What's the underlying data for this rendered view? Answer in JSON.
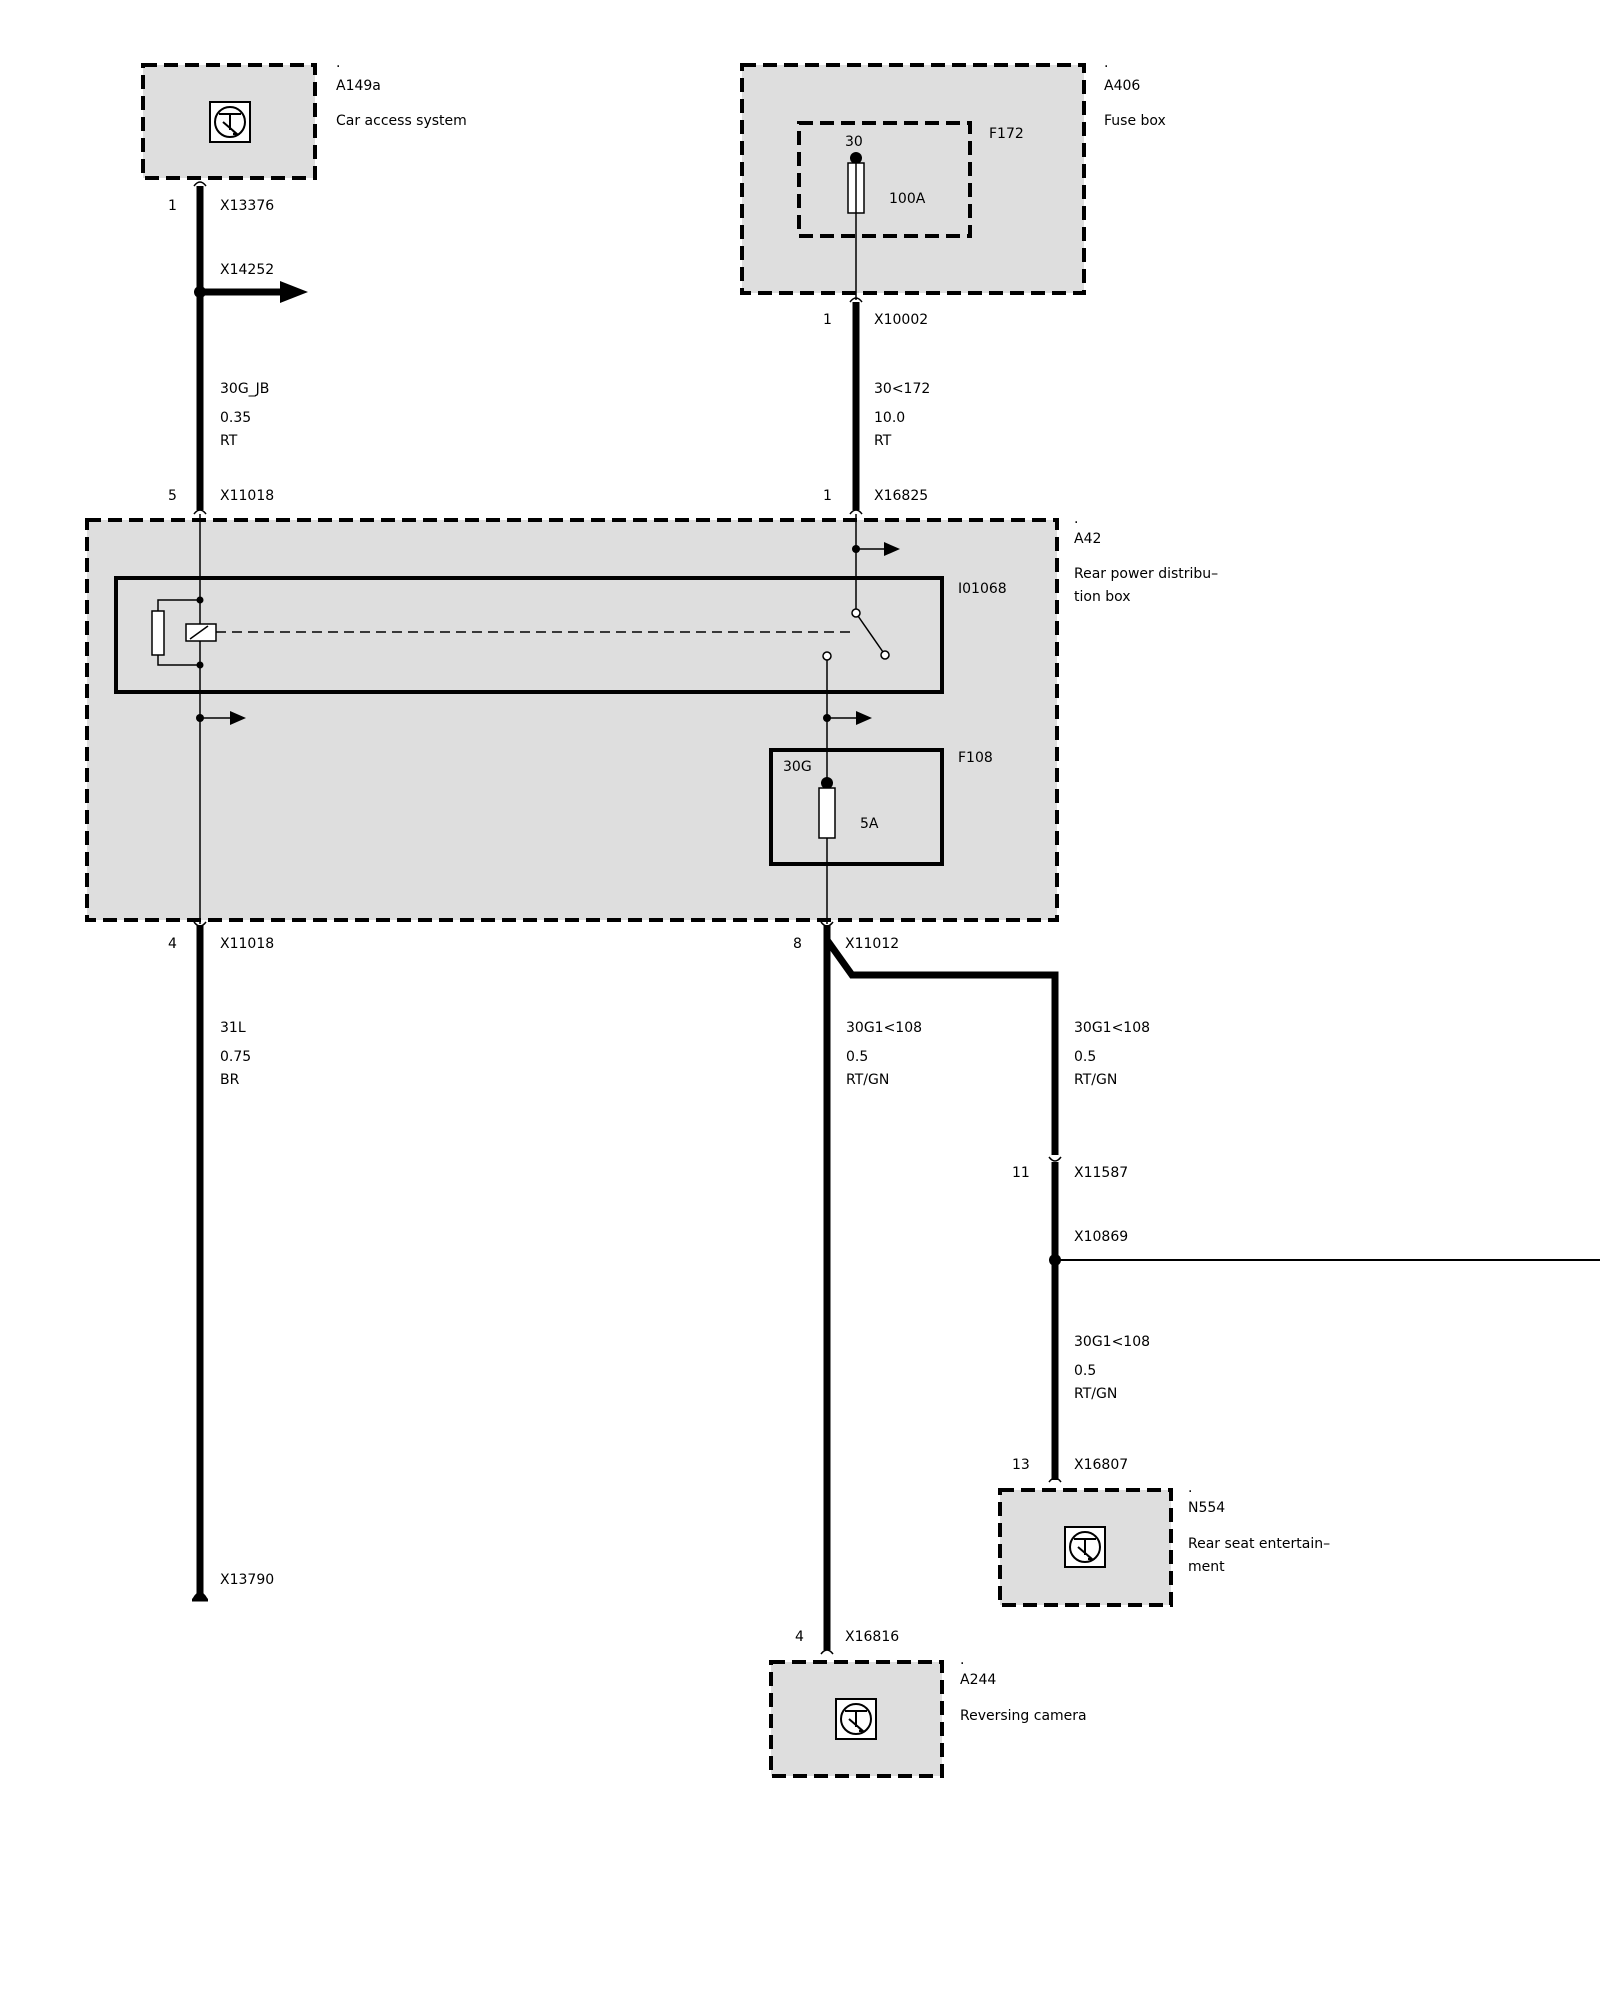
{
  "components": {
    "a149a": {
      "dot": ".",
      "id": "A149a",
      "name": "Car access system"
    },
    "a406": {
      "dot": ".",
      "id": "A406",
      "name": "Fuse box"
    },
    "f172": {
      "id": "F172",
      "pin": "30",
      "rating": "100A"
    },
    "a42": {
      "dot": ".",
      "id": "A42",
      "name_line1": "Rear power distribu–",
      "name_line2": "tion box"
    },
    "i01068": {
      "id": "I01068"
    },
    "f108": {
      "id": "F108",
      "pin": "30G",
      "rating": "5A"
    },
    "n554": {
      "dot": ".",
      "id": "N554",
      "name_line1": "Rear seat entertain–",
      "name_line2": "ment"
    },
    "a244": {
      "dot": ".",
      "id": "A244",
      "name": "Reversing camera"
    }
  },
  "connectors": {
    "x13376": {
      "pin": "1",
      "id": "X13376"
    },
    "x14252": {
      "id": "X14252"
    },
    "x10002": {
      "pin": "1",
      "id": "X10002"
    },
    "x11018_top": {
      "pin": "5",
      "id": "X11018"
    },
    "x16825": {
      "pin": "1",
      "id": "X16825"
    },
    "x11018_bottom": {
      "pin": "4",
      "id": "X11018"
    },
    "x11012": {
      "pin": "8",
      "id": "X11012"
    },
    "x11587": {
      "pin": "11",
      "id": "X11587"
    },
    "x10869": {
      "id": "X10869"
    },
    "x16807": {
      "pin": "13",
      "id": "X16807"
    },
    "x13790": {
      "id": "X13790"
    },
    "x16816": {
      "pin": "4",
      "id": "X16816"
    }
  },
  "wires": {
    "w1": {
      "name": "30G_JB",
      "section": "0.35",
      "color": "RT"
    },
    "w2": {
      "name": "30<172",
      "section": "10.0",
      "color": "RT"
    },
    "w3": {
      "name": "31L",
      "section": "0.75",
      "color": "BR"
    },
    "w4": {
      "name": "30G1<108",
      "section": "0.5",
      "color": "RT/GN"
    },
    "w5": {
      "name": "30G1<108",
      "section": "0.5",
      "color": "RT/GN"
    },
    "w6": {
      "name": "30G1<108",
      "section": "0.5",
      "color": "RT/GN"
    }
  }
}
